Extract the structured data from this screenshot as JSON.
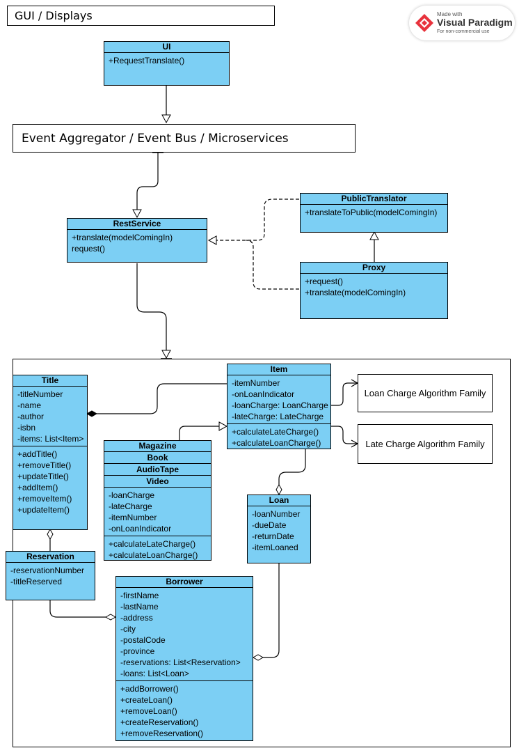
{
  "title": "GUI / Displays",
  "bus": "Event Aggregator / Event Bus / Microservices",
  "logo": {
    "made_with": "Made with",
    "brand": "Visual Paradigm",
    "note": "For non-commercial use"
  },
  "colors": {
    "class_fill": "#7ccff4",
    "line": "#000000"
  },
  "classes": {
    "ui": {
      "name": "UI",
      "operations": [
        "+RequestTranslate()"
      ]
    },
    "rest": {
      "name": "RestService",
      "operations": [
        "+translate(modelComingIn)",
        "request()"
      ]
    },
    "public": {
      "name": "PublicTranslator",
      "operations": [
        "+translateToPublic(modelComingIn)"
      ]
    },
    "proxy": {
      "name": "Proxy",
      "operations": [
        "+request()",
        "+translate(modelComingIn)"
      ]
    },
    "title": {
      "name": "Title",
      "attributes": [
        "-titleNumber",
        "-name",
        "-author",
        "-isbn",
        "-items: List<Item>"
      ],
      "operations": [
        "+addTitle()",
        "+removeTitle()",
        "+updateTitle()",
        "+addItem()",
        "+removeItem()",
        "+updateItem()"
      ]
    },
    "item": {
      "name": "Item",
      "attributes": [
        "-itemNumber",
        "-onLoanIndicator",
        "-loanCharge: LoanCharge",
        "-lateCharge: LateCharge"
      ],
      "operations": [
        "+calculateLateCharge()",
        "+calculateLoanCharge()"
      ]
    },
    "media": {
      "names": [
        "Magazine",
        "Book",
        "AudioTape",
        "Video"
      ],
      "attributes": [
        "-loanCharge",
        "-lateCharge",
        "-itemNumber",
        "-onLoanIndicator"
      ],
      "operations": [
        "+calculateLateCharge()",
        "+calculateLoanCharge()"
      ]
    },
    "loan": {
      "name": "Loan",
      "attributes": [
        "-loanNumber",
        "-dueDate",
        "-returnDate",
        "-itemLoaned"
      ]
    },
    "reservation": {
      "name": "Reservation",
      "attributes": [
        "-reservationNumber",
        "-titleReserved"
      ]
    },
    "borrower": {
      "name": "Borrower",
      "attributes": [
        "-firstName",
        "-lastName",
        "-address",
        "-city",
        "-postalCode",
        "-province",
        "-reservations: List<Reservation>",
        "-loans: List<Loan>"
      ],
      "operations": [
        "+addBorrower()",
        "+createLoan()",
        "+removeLoan()",
        "+createReservation()",
        "+removeReservation()"
      ]
    }
  },
  "notes": {
    "loan_charge": "Loan Charge Algorithm Family",
    "late_charge": "Late Charge Algorithm Family"
  }
}
